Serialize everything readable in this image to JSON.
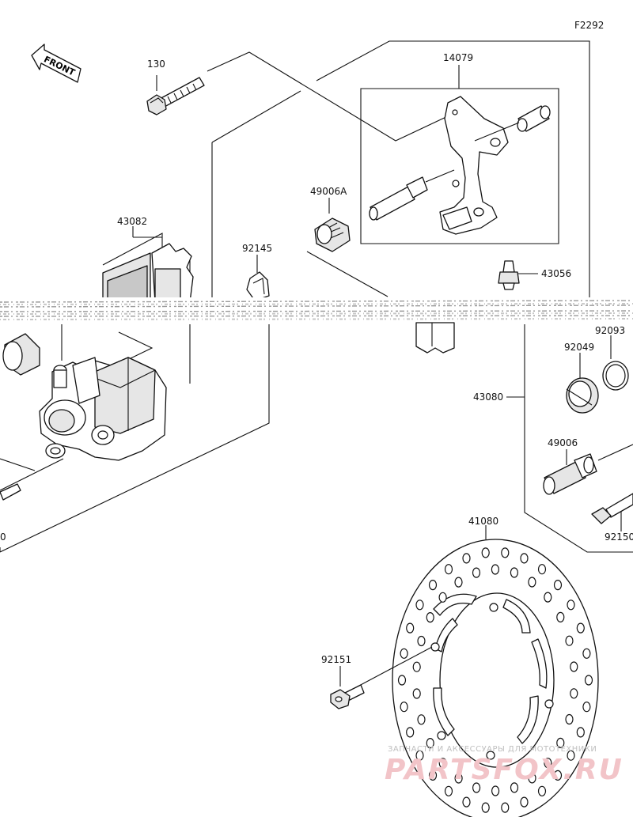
{
  "diagram_code": "F2292",
  "front_label": "FRONT",
  "parts": {
    "p130": "130",
    "p14079": "14079",
    "p49006A": "49006A",
    "p43082": "43082",
    "p92145": "92145",
    "p43056": "43056",
    "p92093": "92093",
    "p92049": "92049",
    "p43080": "43080",
    "p49006": "49006",
    "p92150": "92150",
    "p41080": "41080",
    "p92151": "92151",
    "cut_left_label": "0"
  },
  "watermark": {
    "caption": "ЗАПЧАСТИ И АКСЕССУАРЫ ДЛЯ МОТОТЕХНИКИ",
    "brand": "PARTSFOX.RU"
  },
  "colors": {
    "line": "#111111",
    "part_fill": "#e6e6e6",
    "watermark_brand": "#f2c4c8"
  }
}
